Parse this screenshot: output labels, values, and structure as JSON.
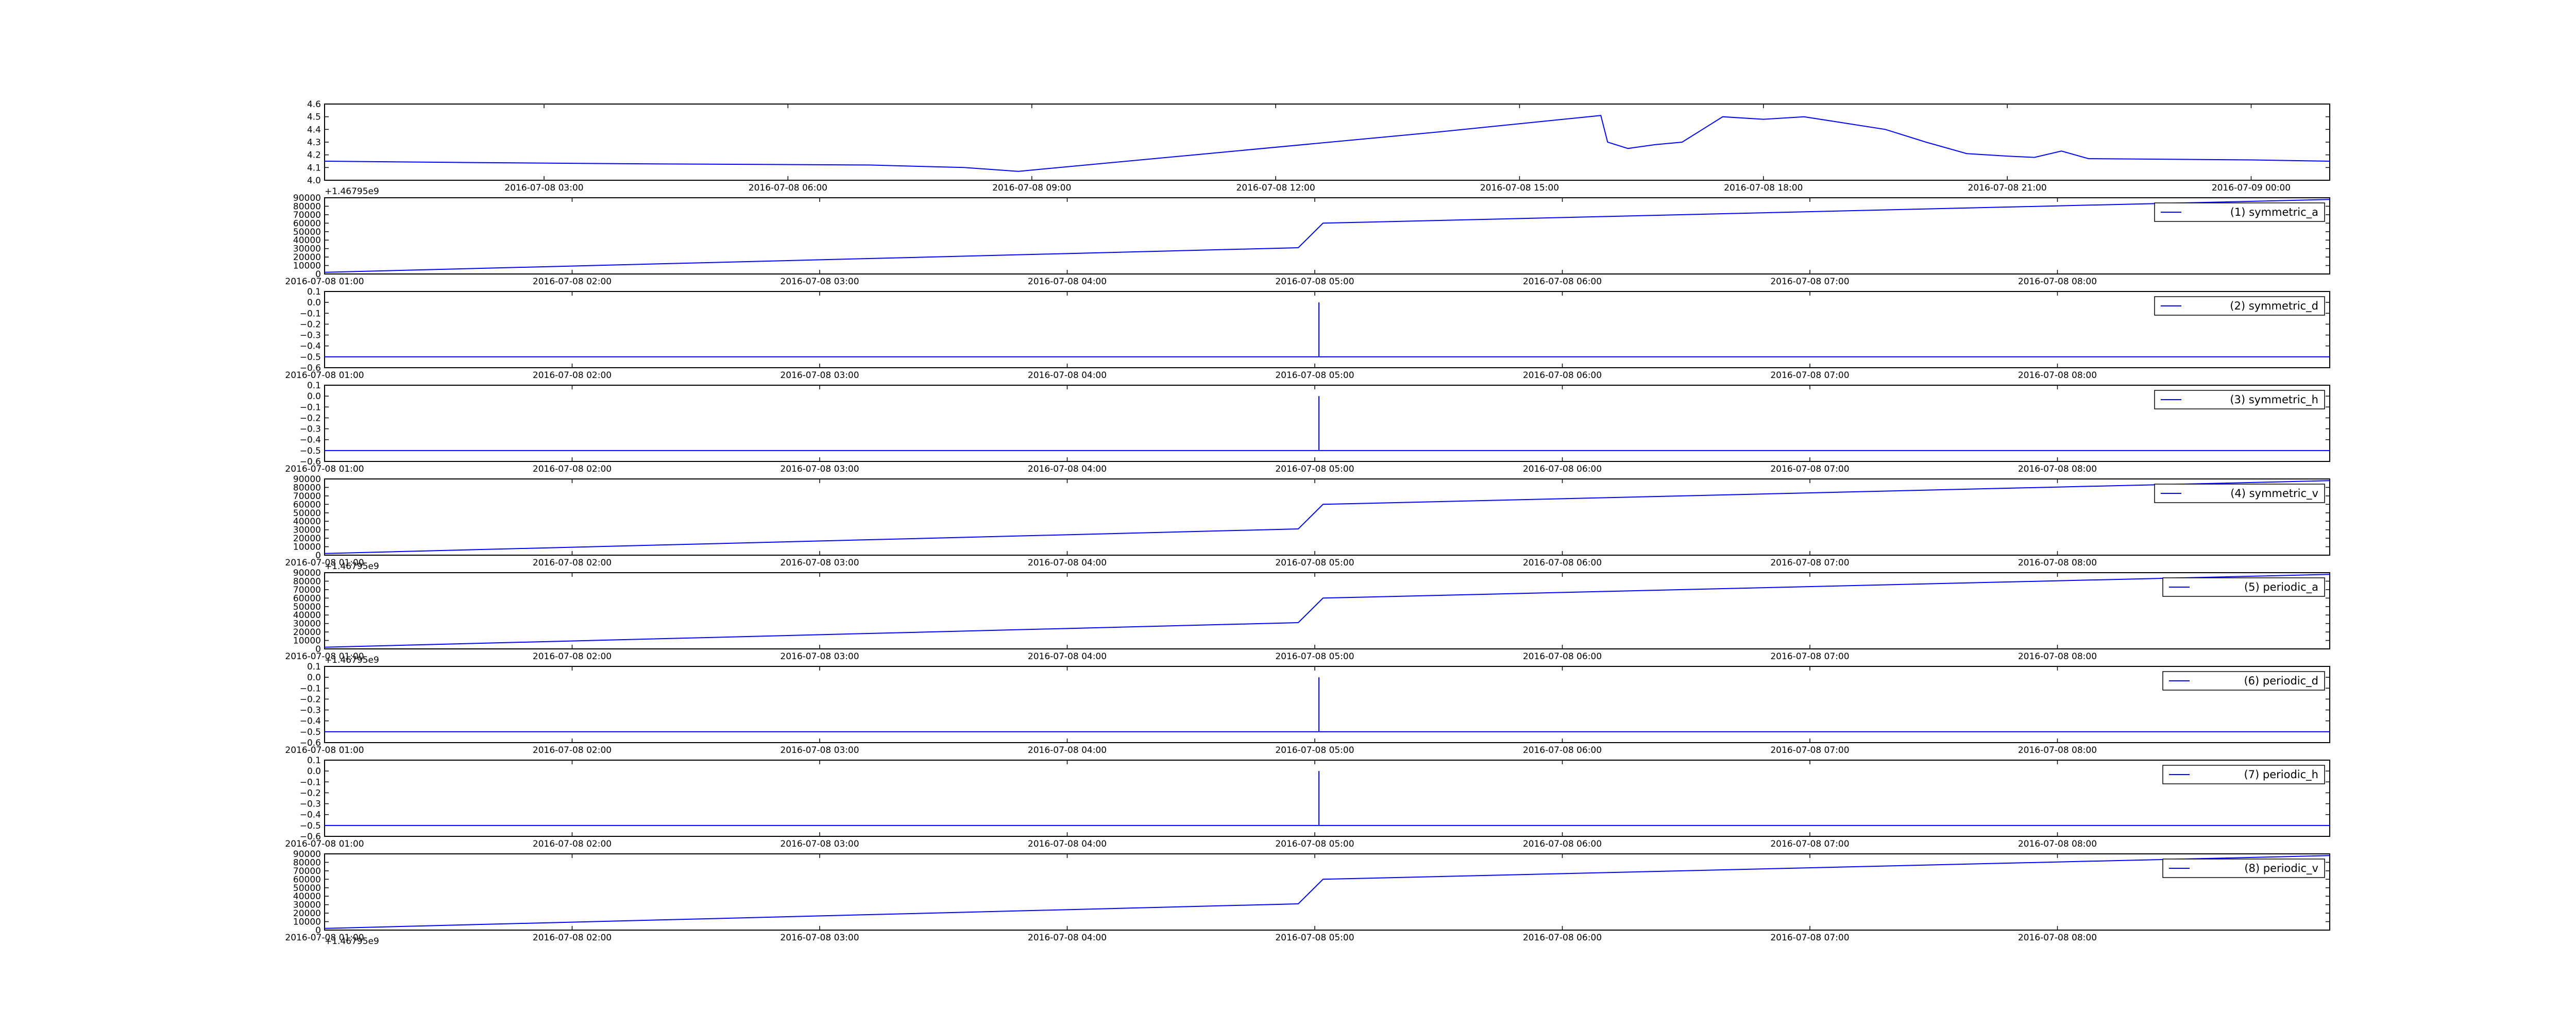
{
  "figure": {
    "background": "#ffffff",
    "line_color": "#0000ff",
    "frame_color": "#000000"
  },
  "chart_data": [
    {
      "type": "line",
      "legend": null,
      "x_ticks": [
        "2016-07-08 03:00",
        "2016-07-08 06:00",
        "2016-07-08 09:00",
        "2016-07-08 12:00",
        "2016-07-08 15:00",
        "2016-07-08 18:00",
        "2016-07-08 21:00",
        "2016-07-09 00:00"
      ],
      "x_offset_label": "+1.46795e9",
      "y_ticks": [
        "4.6",
        "4.5",
        "4.4",
        "4.3",
        "4.2",
        "4.1",
        "4.0"
      ],
      "ylim": [
        4.0,
        4.6
      ],
      "series": [
        {
          "x": [
            "2016-07-08 00:18",
            "2016-07-08 02:00",
            "2016-07-08 04:00",
            "2016-07-08 07:00",
            "2016-07-08 08:10",
            "2016-07-08 08:50",
            "2016-07-08 11:00",
            "2016-07-08 14:00",
            "2016-07-08 16:00",
            "2016-07-08 16:05",
            "2016-07-08 16:20",
            "2016-07-08 16:40",
            "2016-07-08 17:00",
            "2016-07-08 17:30",
            "2016-07-08 18:00",
            "2016-07-08 18:30",
            "2016-07-08 19:00",
            "2016-07-08 19:30",
            "2016-07-08 20:00",
            "2016-07-08 20:30",
            "2016-07-08 21:00",
            "2016-07-08 21:20",
            "2016-07-08 21:40",
            "2016-07-08 22:00",
            "2016-07-09 00:00",
            "2016-07-09 00:58"
          ],
          "y": [
            4.15,
            4.14,
            4.13,
            4.12,
            4.1,
            4.07,
            4.2,
            4.38,
            4.51,
            4.3,
            4.25,
            4.28,
            4.3,
            4.5,
            4.48,
            4.5,
            4.45,
            4.4,
            4.3,
            4.21,
            4.19,
            4.18,
            4.23,
            4.17,
            4.16,
            4.15
          ]
        }
      ]
    },
    {
      "type": "line",
      "legend": "(1) symmetric_a",
      "x_ticks": [
        "2016-07-08 01:00",
        "2016-07-08 02:00",
        "2016-07-08 03:00",
        "2016-07-08 04:00",
        "2016-07-08 05:00",
        "2016-07-08 06:00",
        "2016-07-08 07:00",
        "2016-07-08 08:00"
      ],
      "x_offset_label": null,
      "y_ticks": [
        "90000",
        "80000",
        "70000",
        "60000",
        "50000",
        "40000",
        "30000",
        "20000",
        "10000",
        "0"
      ],
      "ylim": [
        0,
        90000
      ],
      "series": [
        {
          "x": [
            "2016-07-08 01:00",
            "2016-07-08 04:56",
            "2016-07-08 05:02",
            "2016-07-08 09:06"
          ],
          "y": [
            2000,
            31000,
            60000,
            88000
          ]
        }
      ]
    },
    {
      "type": "line",
      "legend": "(2) symmetric_d",
      "x_ticks": [
        "2016-07-08 01:00",
        "2016-07-08 02:00",
        "2016-07-08 03:00",
        "2016-07-08 04:00",
        "2016-07-08 05:00",
        "2016-07-08 06:00",
        "2016-07-08 07:00",
        "2016-07-08 08:00"
      ],
      "x_offset_label": null,
      "y_ticks": [
        "0.1",
        "0.0",
        "−0.1",
        "−0.2",
        "−0.3",
        "−0.4",
        "−0.5",
        "−0.6"
      ],
      "ylim": [
        -0.6,
        0.1
      ],
      "series": [
        {
          "x": [
            "2016-07-08 01:00",
            "2016-07-08 05:01",
            "2016-07-08 05:01",
            "2016-07-08 05:01",
            "2016-07-08 09:06"
          ],
          "y": [
            -0.5,
            -0.5,
            0.0,
            -0.5,
            -0.5
          ]
        }
      ]
    },
    {
      "type": "line",
      "legend": "(3) symmetric_h",
      "x_ticks": [
        "2016-07-08 01:00",
        "2016-07-08 02:00",
        "2016-07-08 03:00",
        "2016-07-08 04:00",
        "2016-07-08 05:00",
        "2016-07-08 06:00",
        "2016-07-08 07:00",
        "2016-07-08 08:00"
      ],
      "x_offset_label": null,
      "y_ticks": [
        "0.1",
        "0.0",
        "−0.1",
        "−0.2",
        "−0.3",
        "−0.4",
        "−0.5",
        "−0.6"
      ],
      "ylim": [
        -0.6,
        0.1
      ],
      "series": [
        {
          "x": [
            "2016-07-08 01:00",
            "2016-07-08 05:01",
            "2016-07-08 05:01",
            "2016-07-08 05:01",
            "2016-07-08 09:06"
          ],
          "y": [
            -0.5,
            -0.5,
            0.0,
            -0.5,
            -0.5
          ]
        }
      ]
    },
    {
      "type": "line",
      "legend": "(4) symmetric_v",
      "x_ticks": [
        "2016-07-08 01:00",
        "2016-07-08 02:00",
        "2016-07-08 03:00",
        "2016-07-08 04:00",
        "2016-07-08 05:00",
        "2016-07-08 06:00",
        "2016-07-08 07:00",
        "2016-07-08 08:00"
      ],
      "x_offset_label": "+1.46795e9",
      "y_ticks": [
        "90000",
        "80000",
        "70000",
        "60000",
        "50000",
        "40000",
        "30000",
        "20000",
        "10000",
        "0"
      ],
      "ylim": [
        0,
        90000
      ],
      "series": [
        {
          "x": [
            "2016-07-08 01:00",
            "2016-07-08 04:56",
            "2016-07-08 05:02",
            "2016-07-08 09:06"
          ],
          "y": [
            2000,
            31000,
            60000,
            88000
          ]
        }
      ]
    },
    {
      "type": "line",
      "legend": "(5) periodic_a",
      "x_ticks": [
        "2016-07-08 01:00",
        "2016-07-08 02:00",
        "2016-07-08 03:00",
        "2016-07-08 04:00",
        "2016-07-08 05:00",
        "2016-07-08 06:00",
        "2016-07-08 07:00",
        "2016-07-08 08:00"
      ],
      "x_offset_label": "+1.46795e9",
      "y_ticks": [
        "90000",
        "80000",
        "70000",
        "60000",
        "50000",
        "40000",
        "30000",
        "20000",
        "10000",
        "0"
      ],
      "ylim": [
        0,
        90000
      ],
      "series": [
        {
          "x": [
            "2016-07-08 01:00",
            "2016-07-08 04:56",
            "2016-07-08 05:02",
            "2016-07-08 09:06"
          ],
          "y": [
            2000,
            31000,
            60000,
            88000
          ]
        }
      ]
    },
    {
      "type": "line",
      "legend": "(6) periodic_d",
      "x_ticks": [
        "2016-07-08 01:00",
        "2016-07-08 02:00",
        "2016-07-08 03:00",
        "2016-07-08 04:00",
        "2016-07-08 05:00",
        "2016-07-08 06:00",
        "2016-07-08 07:00",
        "2016-07-08 08:00"
      ],
      "x_offset_label": null,
      "y_ticks": [
        "0.1",
        "0.0",
        "−0.1",
        "−0.2",
        "−0.3",
        "−0.4",
        "−0.5",
        "−0.6"
      ],
      "ylim": [
        -0.6,
        0.1
      ],
      "series": [
        {
          "x": [
            "2016-07-08 01:00",
            "2016-07-08 05:01",
            "2016-07-08 05:01",
            "2016-07-08 05:01",
            "2016-07-08 09:06"
          ],
          "y": [
            -0.5,
            -0.5,
            0.0,
            -0.5,
            -0.5
          ]
        }
      ]
    },
    {
      "type": "line",
      "legend": "(7) periodic_h",
      "x_ticks": [
        "2016-07-08 01:00",
        "2016-07-08 02:00",
        "2016-07-08 03:00",
        "2016-07-08 04:00",
        "2016-07-08 05:00",
        "2016-07-08 06:00",
        "2016-07-08 07:00",
        "2016-07-08 08:00"
      ],
      "x_offset_label": null,
      "y_ticks": [
        "0.1",
        "0.0",
        "−0.1",
        "−0.2",
        "−0.3",
        "−0.4",
        "−0.5",
        "−0.6"
      ],
      "ylim": [
        -0.6,
        0.1
      ],
      "series": [
        {
          "x": [
            "2016-07-08 01:00",
            "2016-07-08 05:01",
            "2016-07-08 05:01",
            "2016-07-08 05:01",
            "2016-07-08 09:06"
          ],
          "y": [
            -0.5,
            -0.5,
            0.0,
            -0.5,
            -0.5
          ]
        }
      ]
    },
    {
      "type": "line",
      "legend": "(8) periodic_v",
      "x_ticks": [
        "2016-07-08 01:00",
        "2016-07-08 02:00",
        "2016-07-08 03:00",
        "2016-07-08 04:00",
        "2016-07-08 05:00",
        "2016-07-08 06:00",
        "2016-07-08 07:00",
        "2016-07-08 08:00"
      ],
      "x_offset_label": "+1.46795e9",
      "y_ticks": [
        "90000",
        "80000",
        "70000",
        "60000",
        "50000",
        "40000",
        "30000",
        "20000",
        "10000",
        "0"
      ],
      "ylim": [
        0,
        90000
      ],
      "series": [
        {
          "x": [
            "2016-07-08 01:00",
            "2016-07-08 04:56",
            "2016-07-08 05:02",
            "2016-07-08 09:06"
          ],
          "y": [
            2000,
            31000,
            60000,
            88000
          ]
        }
      ]
    }
  ]
}
